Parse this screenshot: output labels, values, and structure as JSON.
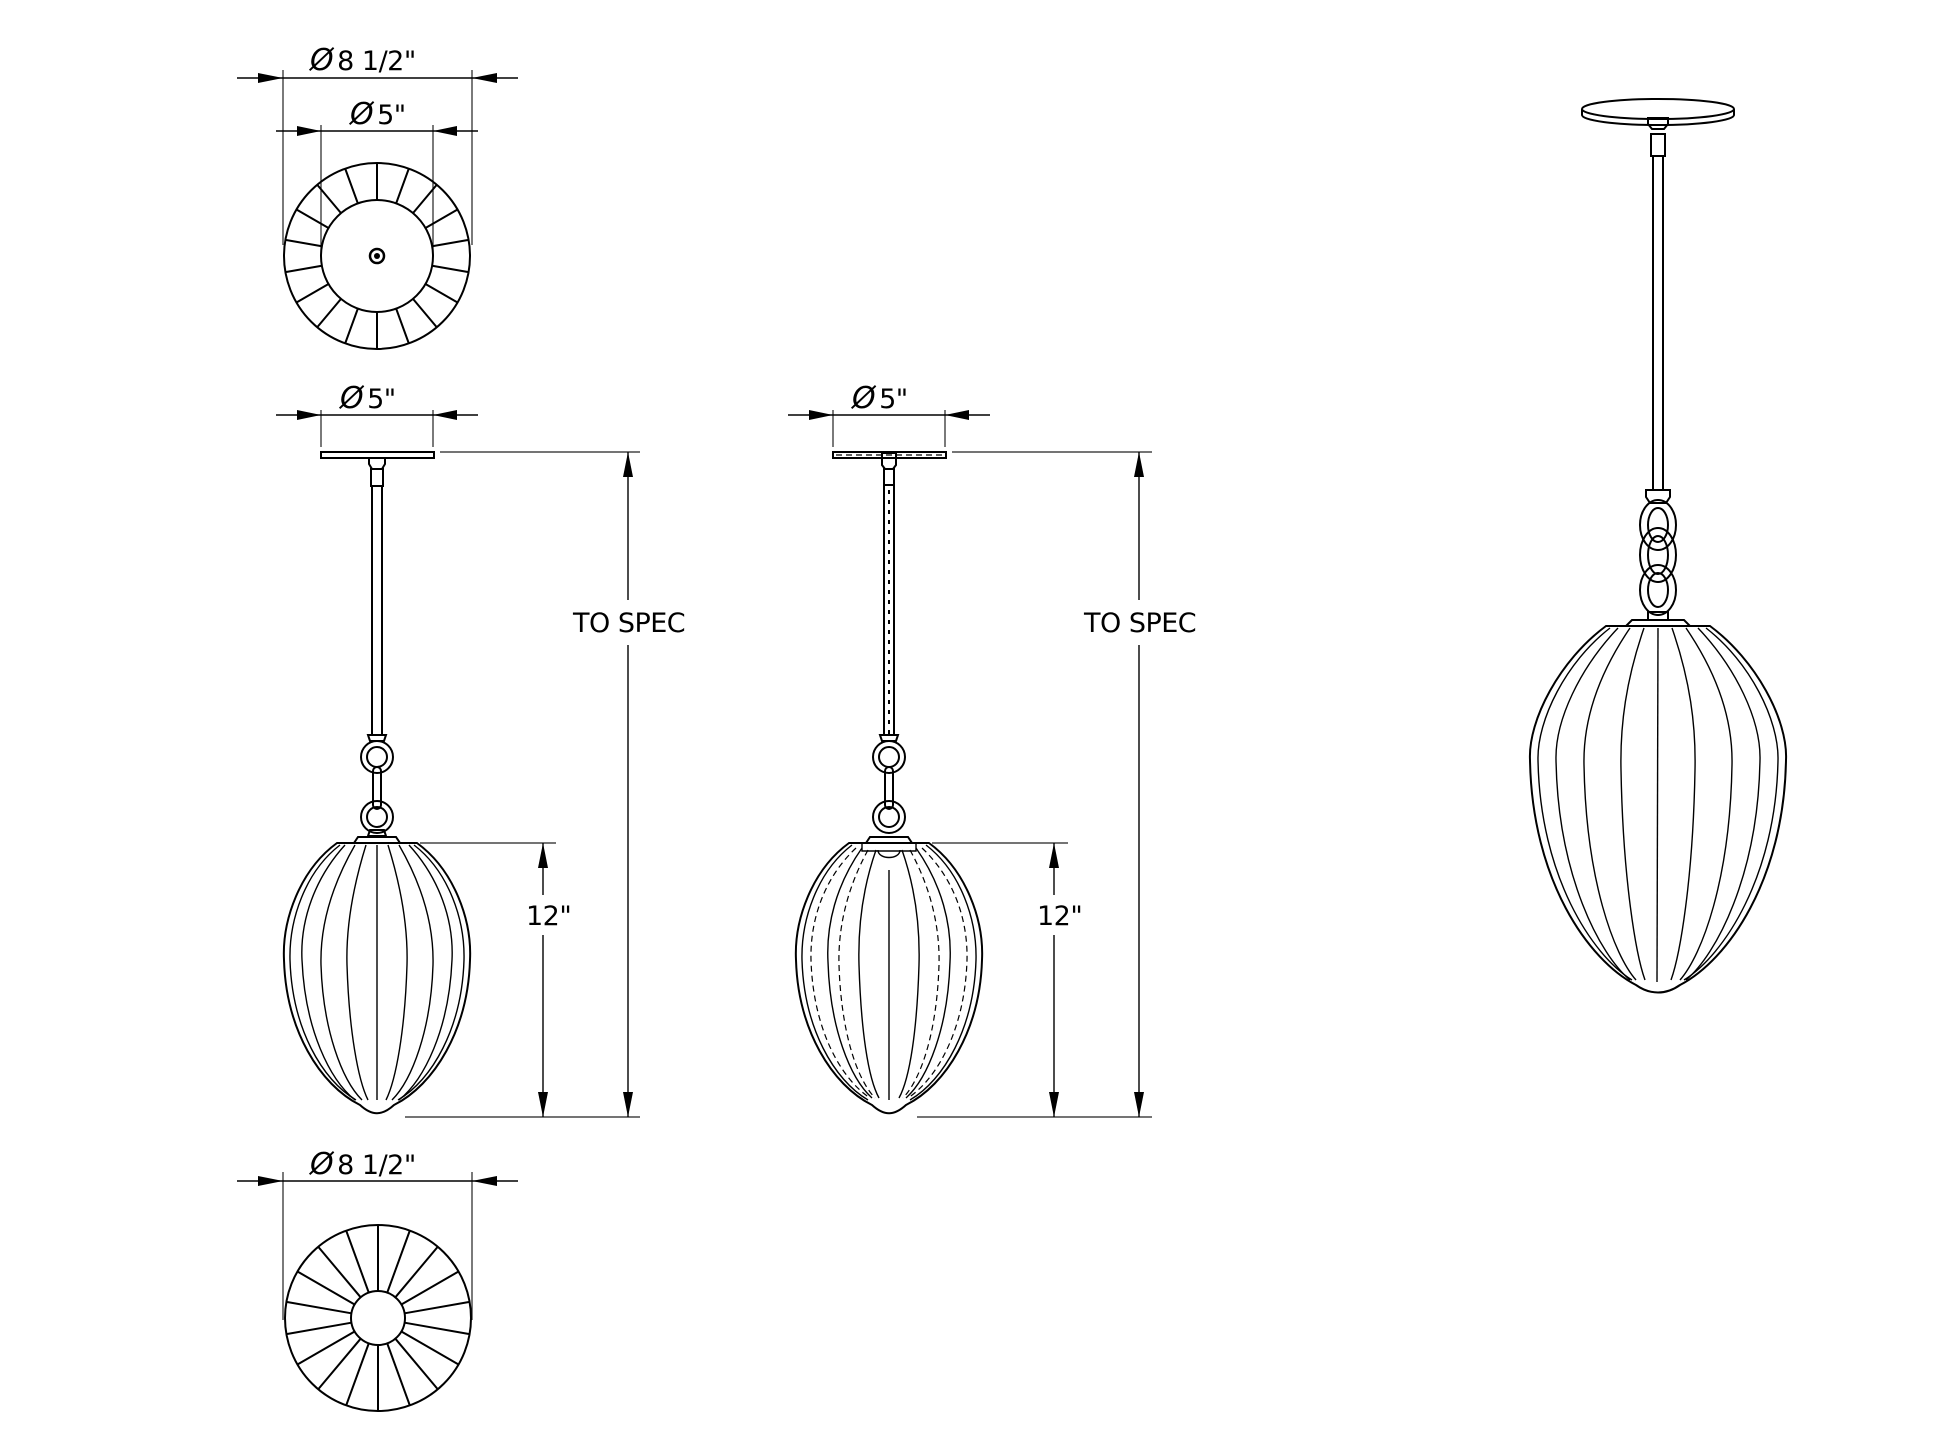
{
  "drawing": {
    "type": "technical-drawing",
    "subject": "pendant light fixture with ribbed egg-shaped glass and chain link",
    "line_color": "#000000",
    "background": "#ffffff"
  },
  "views": {
    "top_view": {
      "label": "top view",
      "dim_outer": {
        "symbol": "Ø",
        "value": "8 1/2\""
      },
      "dim_inner": {
        "symbol": "Ø",
        "value": "5\""
      }
    },
    "front_view": {
      "label": "front elevation",
      "dim_canopy": {
        "symbol": "Ø",
        "value": "5\""
      },
      "dim_overall": "TO SPEC",
      "dim_shade_height": "12\""
    },
    "section_view": {
      "label": "hidden-line elevation",
      "dim_canopy": {
        "symbol": "Ø",
        "value": "5\""
      },
      "dim_overall": "TO SPEC",
      "dim_shade_height": "12\""
    },
    "bottom_view": {
      "label": "bottom view",
      "dim_outer": {
        "symbol": "Ø",
        "value": "8 1/2\""
      }
    },
    "iso_view": {
      "label": "isometric view"
    }
  }
}
